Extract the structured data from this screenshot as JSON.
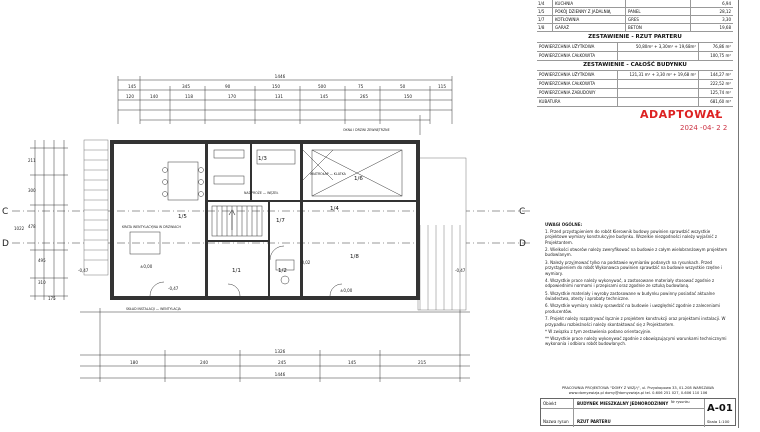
{
  "room_table": [
    {
      "nr": "1/4",
      "name": "KUCHNIA",
      "finish": "",
      "area": "6,94"
    },
    {
      "nr": "1/5",
      "name": "POKÓJ DZIENNY Z JADALNIĄ",
      "finish": "PANEL",
      "area": "28,12"
    },
    {
      "nr": "1/7",
      "name": "KOTŁOWNIA",
      "finish": "GRES",
      "area": "3,30"
    },
    {
      "nr": "1/8",
      "name": "GARAŻ",
      "finish": "BETON",
      "area": "19,68"
    }
  ],
  "summary_ground": {
    "title": "ZESTAWIENIE - RZUT PARTERU",
    "rows": [
      {
        "label": "POWIERZCHNIA UŻYTKOWA",
        "formula": "50,80m² + 3,30m² + 19,68m²",
        "value": "76,86 m²"
      },
      {
        "label": "POWIERZCHNIA CAŁKOWITA",
        "formula": "",
        "value": "100,75 m²"
      }
    ]
  },
  "summary_building": {
    "title": "ZESTAWIENIE - CAŁOŚĆ BUDYNKU",
    "rows": [
      {
        "label": "POWIERZCHNIA UŻYTKOWA",
        "formula": "121,31 m² + 3,30 m² + 19,68 m²",
        "value": "144,27 m²"
      },
      {
        "label": "POWIERZCHNIA CAŁKOWITA",
        "formula": "",
        "value": "222,52 m²"
      },
      {
        "label": "POWIERZCHNIA ZABUDOWY",
        "formula": "",
        "value": "125,74 m²"
      },
      {
        "label": "KUBATURA",
        "formula": "",
        "value": "681,60 m³"
      }
    ]
  },
  "stamp": {
    "text": "ADAPTOWAŁ",
    "date": "2024 -04- 2 2"
  },
  "notes": {
    "title": "UWAGI OGÓLNE:",
    "items": [
      "1. Przed przystąpieniem do robót Kierownik budowy powinien sprawdzić wszystkie projektowe wymiary konstrukcyjne budynku. Wszelkie niezgodności należy wyjaśnić z Projektantem.",
      "2. Wielkości otworów należy zweryfikować na budowie z całym wielobranżowym projektem budowlanym.",
      "3. Należy przyjmować tylko na podstawie wymiarów podanych na rysunkach. Przed przystąpieniem do robót Wykonawca powinien sprawdzić na budowie wszystkie rzędne i wymiary.",
      "4. Wszystkie prace należy wykonywać, a zastosowane materiały stosować zgodnie z odpowiednimi normami i przepisami oraz zgodnie ze sztuką budowlaną.",
      "5. Wszystkie materiały i wyroby zastosowane w budynku powinny posiadać aktualne świadectwa, atesty i aprobaty techniczne.",
      "6. Wszystkie wymiary należy sprawdzić na budowie i uwzględnić zgodnie z zaleceniami producentów.",
      "7. Projekt należy rozpatrywać łącznie z projektem konstrukcji oraz projektami instalacji. W przypadku rozbieżności należy skontaktować się z Projektantem.",
      "* W związku z tym zestawienia podano orientacyjnie.",
      "** Wszystkie prace należy wykonywać zgodnie z obowiązującymi warunkami technicznymi wykonania i odbioru robót budowlanych."
    ]
  },
  "firm": {
    "line1": "PRACOWNIA PROJEKTOWA \"DOMY Z WIZJĄ\", ul. Przyokopowa 33, 01-208 WARSZAWA",
    "line2": "www.domyzwizja.pl     domy@domyzwizja.pl     tel. 0-606 251 027, 0-606 110 106"
  },
  "title_block": {
    "row1_label": "Obiekt",
    "row1_value": "BUDYNEK MIESZKALNY JEDNORODZINNY",
    "row2_label": "Nazwa rysunku",
    "row2_value": "RZUT PARTERU",
    "nr_label": "Nr rysunku",
    "code": "A-01",
    "scale_label": "Skala",
    "scale_value": "1:100"
  },
  "plan": {
    "dim_top_total": "1446",
    "dim_top": [
      "145",
      "345",
      "90",
      "150",
      "500",
      "75",
      "50",
      "115"
    ],
    "dim_top2": [
      "120",
      "140",
      "118",
      "170",
      "131",
      "145",
      "265",
      "150"
    ],
    "dim_bottom": [
      "1326",
      "1446"
    ],
    "dim_bottom2": [
      "180",
      "240",
      "245",
      "145",
      "215"
    ],
    "dim_left": [
      "211",
      "300",
      "478",
      "495",
      "310",
      "175",
      "1022"
    ],
    "section_marks": [
      "C",
      "C",
      "D",
      "D"
    ],
    "room_tags": [
      "1/5",
      "1/6",
      "1/7",
      "1/8",
      "1/3",
      "1/1",
      "1/2",
      "1/4"
    ],
    "elevations": [
      "±0,00",
      "-0,47",
      "±0,00",
      "-0,02",
      "-0,47",
      "-0,47"
    ],
    "annotations": [
      "OKNA I DRZWI ZEWNĘTRZNE",
      "KRATA WENTYLACYJNA W DRZWIACH",
      "WIATROŁAP — KLATKA",
      "NADPROŻE — WĘZEŁ",
      "SKŁAD INSTALACJI — WENTYLACJA"
    ]
  }
}
